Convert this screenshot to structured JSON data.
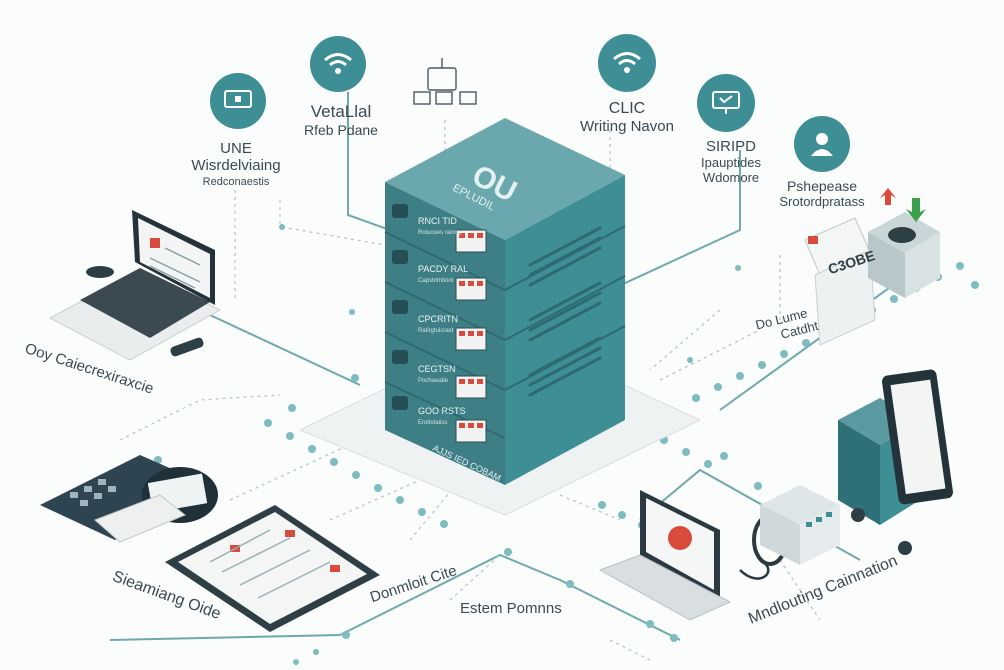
{
  "colors": {
    "teal": "#3e8f95",
    "teal_dark": "#2a6c74",
    "node": "#7fbcc0",
    "line": "#6fa9ad",
    "text": "#3a4a52"
  },
  "labels": {
    "top_left": {
      "line1": "UNE",
      "line2": "Wisrdelviaing",
      "line3": "Redconaestis"
    },
    "top_center_left": {
      "line1": "VetaLlal",
      "line2": "Rfeb Pdane"
    },
    "top_center_right": {
      "line1": "CLIC",
      "line2": "Writing Navon"
    },
    "top_right": {
      "line1": "SIRIPD",
      "line2": "Ipauptides",
      "line3": "Wdomore"
    },
    "far_right": {
      "line1": "Pshepease",
      "line2": "Srotordpratass"
    },
    "right_mid": {
      "line1": "Do Lume",
      "line2": "Catdht"
    },
    "left_mid": "Ooy Caiecrexiraxcie",
    "bottom_left": "Sieamiang Oide",
    "bottom_center_left": "Donmloit Cite",
    "bottom_center": "Estem Pomnns",
    "bottom_right": "Mndlouting Cainnation"
  },
  "server": {
    "logo": "OU",
    "logo_sub": "EPLUDIL",
    "base_text": "AJJS IED COBAM",
    "units": [
      {
        "title": "RNCI TID",
        "sub": "Roiuoses raiong"
      },
      {
        "title": "PACDY RAL",
        "sub": "Capstrimtiont"
      },
      {
        "title": "CPCRITN",
        "sub": "Ratirgtuicrast"
      },
      {
        "title": "CEGTSN",
        "sub": "Pochaeatie"
      },
      {
        "title": "GOO RSTS",
        "sub": "Eroitotaiiss"
      }
    ]
  },
  "devices": {
    "box_front": "C3OBE"
  }
}
